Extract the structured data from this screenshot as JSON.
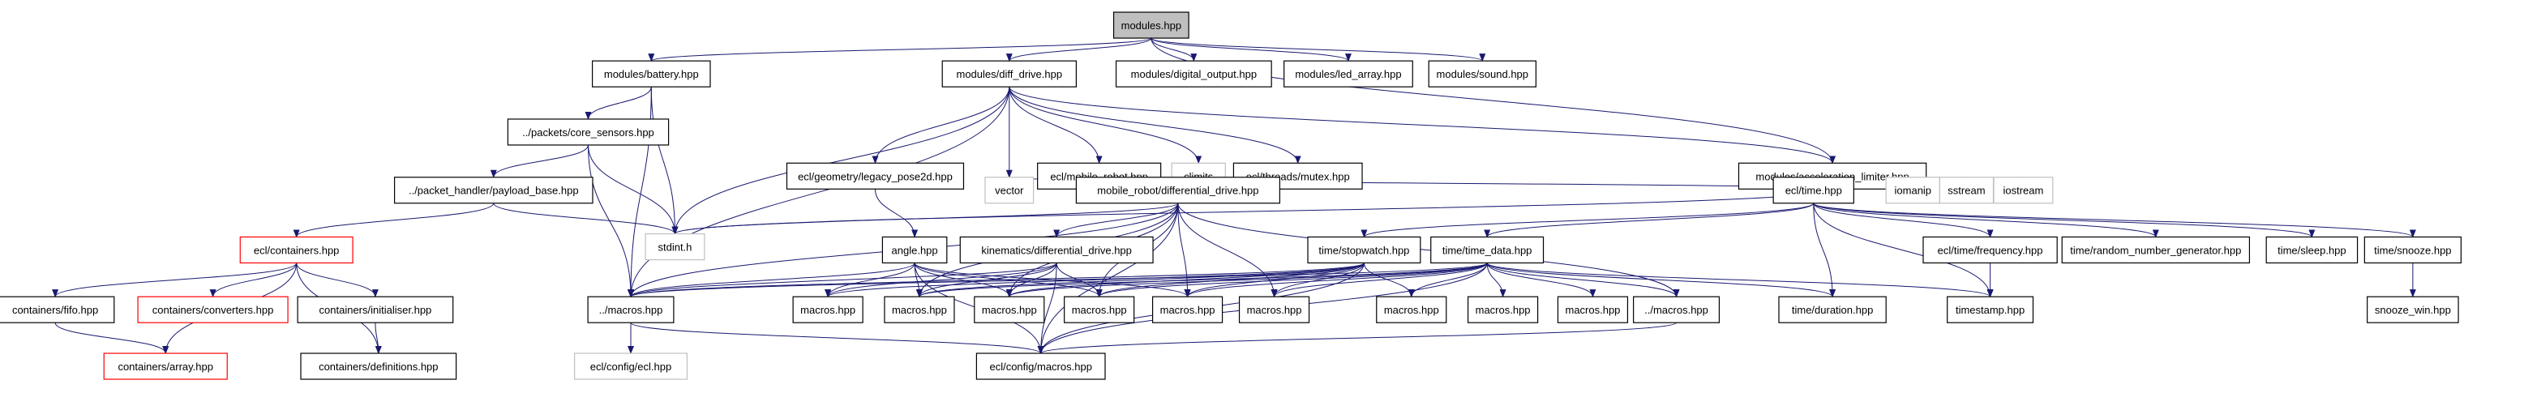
{
  "title": "modules.hpp include dependency graph",
  "colors": {
    "edge": "#191970",
    "root_fill": "#bfbfbf",
    "node_border": "#000000",
    "system_border": "#bfbfbf",
    "truncated_border": "#ff0000"
  },
  "nodes": [
    {
      "id": "modules",
      "label": "modules.hpp",
      "kind": "root"
    },
    {
      "id": "battery",
      "label": "modules/battery.hpp",
      "kind": "normal"
    },
    {
      "id": "diff_drive",
      "label": "modules/diff_drive.hpp",
      "kind": "normal"
    },
    {
      "id": "digital_output",
      "label": "modules/digital_output.hpp",
      "kind": "normal"
    },
    {
      "id": "led_array",
      "label": "modules/led_array.hpp",
      "kind": "normal"
    },
    {
      "id": "sound",
      "label": "modules/sound.hpp",
      "kind": "normal"
    },
    {
      "id": "core_sensors",
      "label": "../packets/core_sensors.hpp",
      "kind": "normal"
    },
    {
      "id": "legacy_pose2d",
      "label": "ecl/geometry/legacy_pose2d.hpp",
      "kind": "normal"
    },
    {
      "id": "mobile_robot",
      "label": "ecl/mobile_robot.hpp",
      "kind": "normal"
    },
    {
      "id": "climits",
      "label": "climits",
      "kind": "system"
    },
    {
      "id": "mutex",
      "label": "ecl/threads/mutex.hpp",
      "kind": "normal"
    },
    {
      "id": "accel_limiter",
      "label": "modules/acceleration_limiter.hpp",
      "kind": "normal"
    },
    {
      "id": "payload_base",
      "label": "../packet_handler/payload_base.hpp",
      "kind": "normal"
    },
    {
      "id": "vector",
      "label": "vector",
      "kind": "system"
    },
    {
      "id": "differential_drive",
      "label": "mobile_robot/differential_drive.hpp",
      "kind": "normal"
    },
    {
      "id": "ecl_time",
      "label": "ecl/time.hpp",
      "kind": "normal"
    },
    {
      "id": "iomanip",
      "label": "iomanip",
      "kind": "system"
    },
    {
      "id": "sstream",
      "label": "sstream",
      "kind": "system"
    },
    {
      "id": "iostream",
      "label": "iostream",
      "kind": "system"
    },
    {
      "id": "ecl_containers",
      "label": "ecl/containers.hpp",
      "kind": "truncated"
    },
    {
      "id": "stdint",
      "label": "stdint.h",
      "kind": "system"
    },
    {
      "id": "angle",
      "label": "angle.hpp",
      "kind": "normal"
    },
    {
      "id": "kinematics",
      "label": "kinematics/differential_drive.hpp",
      "kind": "normal"
    },
    {
      "id": "stopwatch",
      "label": "time/stopwatch.hpp",
      "kind": "normal"
    },
    {
      "id": "time_data",
      "label": "time/time_data.hpp",
      "kind": "normal"
    },
    {
      "id": "frequency",
      "label": "ecl/time/frequency.hpp",
      "kind": "normal"
    },
    {
      "id": "rng",
      "label": "time/random_number_generator.hpp",
      "kind": "normal"
    },
    {
      "id": "sleep",
      "label": "time/sleep.hpp",
      "kind": "normal"
    },
    {
      "id": "snooze",
      "label": "time/snooze.hpp",
      "kind": "normal"
    },
    {
      "id": "fifo",
      "label": "containers/fifo.hpp",
      "kind": "normal"
    },
    {
      "id": "converters",
      "label": "containers/converters.hpp",
      "kind": "truncated"
    },
    {
      "id": "initialiser",
      "label": "containers/initialiser.hpp",
      "kind": "normal"
    },
    {
      "id": "dotmacros",
      "label": "../macros.hpp",
      "kind": "normal"
    },
    {
      "id": "macros1",
      "label": "macros.hpp",
      "kind": "normal"
    },
    {
      "id": "macros2",
      "label": "macros.hpp",
      "kind": "normal"
    },
    {
      "id": "macros3",
      "label": "macros.hpp",
      "kind": "normal"
    },
    {
      "id": "macros4",
      "label": "macros.hpp",
      "kind": "normal"
    },
    {
      "id": "macros5",
      "label": "macros.hpp",
      "kind": "normal"
    },
    {
      "id": "macros6",
      "label": "macros.hpp",
      "kind": "normal"
    },
    {
      "id": "macros7",
      "label": "macros.hpp",
      "kind": "normal"
    },
    {
      "id": "macros8",
      "label": "macros.hpp",
      "kind": "normal"
    },
    {
      "id": "macros9",
      "label": "macros.hpp",
      "kind": "normal"
    },
    {
      "id": "dotmacros2",
      "label": "../macros.hpp",
      "kind": "normal"
    },
    {
      "id": "duration",
      "label": "time/duration.hpp",
      "kind": "normal"
    },
    {
      "id": "timestamp",
      "label": "timestamp.hpp",
      "kind": "normal"
    },
    {
      "id": "snooze_win",
      "label": "snooze_win.hpp",
      "kind": "normal"
    },
    {
      "id": "array",
      "label": "containers/array.hpp",
      "kind": "truncated"
    },
    {
      "id": "definitions",
      "label": "containers/definitions.hpp",
      "kind": "normal"
    },
    {
      "id": "config_ecl",
      "label": "ecl/config/ecl.hpp",
      "kind": "system"
    },
    {
      "id": "config_macros",
      "label": "ecl/config/macros.hpp",
      "kind": "normal"
    }
  ],
  "edges": [
    [
      "modules",
      "battery"
    ],
    [
      "modules",
      "diff_drive"
    ],
    [
      "modules",
      "digital_output"
    ],
    [
      "modules",
      "led_array"
    ],
    [
      "modules",
      "sound"
    ],
    [
      "modules",
      "accel_limiter"
    ],
    [
      "battery",
      "core_sensors"
    ],
    [
      "battery",
      "stdint"
    ],
    [
      "battery",
      "dotmacros"
    ],
    [
      "diff_drive",
      "legacy_pose2d"
    ],
    [
      "diff_drive",
      "mobile_robot"
    ],
    [
      "diff_drive",
      "climits"
    ],
    [
      "diff_drive",
      "mutex"
    ],
    [
      "diff_drive",
      "vector"
    ],
    [
      "diff_drive",
      "stdint"
    ],
    [
      "diff_drive",
      "dotmacros"
    ],
    [
      "diff_drive",
      "accel_limiter"
    ],
    [
      "core_sensors",
      "payload_base"
    ],
    [
      "core_sensors",
      "stdint"
    ],
    [
      "core_sensors",
      "dotmacros"
    ],
    [
      "payload_base",
      "ecl_containers"
    ],
    [
      "payload_base",
      "stdint"
    ],
    [
      "legacy_pose2d",
      "angle"
    ],
    [
      "mobile_robot",
      "differential_drive"
    ],
    [
      "accel_limiter",
      "vector"
    ],
    [
      "accel_limiter",
      "stdint"
    ],
    [
      "accel_limiter",
      "ecl_time"
    ],
    [
      "accel_limiter",
      "iomanip"
    ],
    [
      "accel_limiter",
      "sstream"
    ],
    [
      "accel_limiter",
      "iostream"
    ],
    [
      "differential_drive",
      "kinematics"
    ],
    [
      "differential_drive",
      "stdint"
    ],
    [
      "differential_drive",
      "dotmacros"
    ],
    [
      "differential_drive",
      "macros2"
    ],
    [
      "differential_drive",
      "macros3"
    ],
    [
      "differential_drive",
      "macros4"
    ],
    [
      "differential_drive",
      "macros5"
    ],
    [
      "differential_drive",
      "macros6"
    ],
    [
      "differential_drive",
      "dotmacros2"
    ],
    [
      "differential_drive",
      "config_macros"
    ],
    [
      "ecl_time",
      "stopwatch"
    ],
    [
      "ecl_time",
      "time_data"
    ],
    [
      "ecl_time",
      "frequency"
    ],
    [
      "ecl_time",
      "rng"
    ],
    [
      "ecl_time",
      "sleep"
    ],
    [
      "ecl_time",
      "snooze"
    ],
    [
      "ecl_time",
      "duration"
    ],
    [
      "ecl_time",
      "timestamp"
    ],
    [
      "ecl_containers",
      "fifo"
    ],
    [
      "ecl_containers",
      "converters"
    ],
    [
      "ecl_containers",
      "initialiser"
    ],
    [
      "ecl_containers",
      "array"
    ],
    [
      "ecl_containers",
      "definitions"
    ],
    [
      "angle",
      "dotmacros"
    ],
    [
      "angle",
      "macros1"
    ],
    [
      "angle",
      "macros2"
    ],
    [
      "angle",
      "macros3"
    ],
    [
      "angle",
      "macros4"
    ],
    [
      "angle",
      "macros5"
    ],
    [
      "angle",
      "config_macros"
    ],
    [
      "kinematics",
      "dotmacros"
    ],
    [
      "kinematics",
      "macros1"
    ],
    [
      "kinematics",
      "macros2"
    ],
    [
      "kinematics",
      "macros3"
    ],
    [
      "kinematics",
      "macros4"
    ],
    [
      "kinematics",
      "config_macros"
    ],
    [
      "stopwatch",
      "dotmacros"
    ],
    [
      "stopwatch",
      "macros1"
    ],
    [
      "stopwatch",
      "macros2"
    ],
    [
      "stopwatch",
      "macros3"
    ],
    [
      "stopwatch",
      "macros4"
    ],
    [
      "stopwatch",
      "macros5"
    ],
    [
      "stopwatch",
      "macros6"
    ],
    [
      "stopwatch",
      "macros7"
    ],
    [
      "stopwatch",
      "config_macros"
    ],
    [
      "time_data",
      "dotmacros"
    ],
    [
      "time_data",
      "macros2"
    ],
    [
      "time_data",
      "macros3"
    ],
    [
      "time_data",
      "macros4"
    ],
    [
      "time_data",
      "macros5"
    ],
    [
      "time_data",
      "macros6"
    ],
    [
      "time_data",
      "macros7"
    ],
    [
      "time_data",
      "macros8"
    ],
    [
      "time_data",
      "macros9"
    ],
    [
      "time_data",
      "dotmacros2"
    ],
    [
      "time_data",
      "duration"
    ],
    [
      "time_data",
      "timestamp"
    ],
    [
      "time_data",
      "config_macros"
    ],
    [
      "frequency",
      "timestamp"
    ],
    [
      "snooze",
      "snooze_win"
    ],
    [
      "fifo",
      "array"
    ],
    [
      "initialiser",
      "definitions"
    ],
    [
      "dotmacros",
      "config_ecl"
    ],
    [
      "dotmacros",
      "config_macros"
    ],
    [
      "dotmacros2",
      "config_macros"
    ]
  ]
}
